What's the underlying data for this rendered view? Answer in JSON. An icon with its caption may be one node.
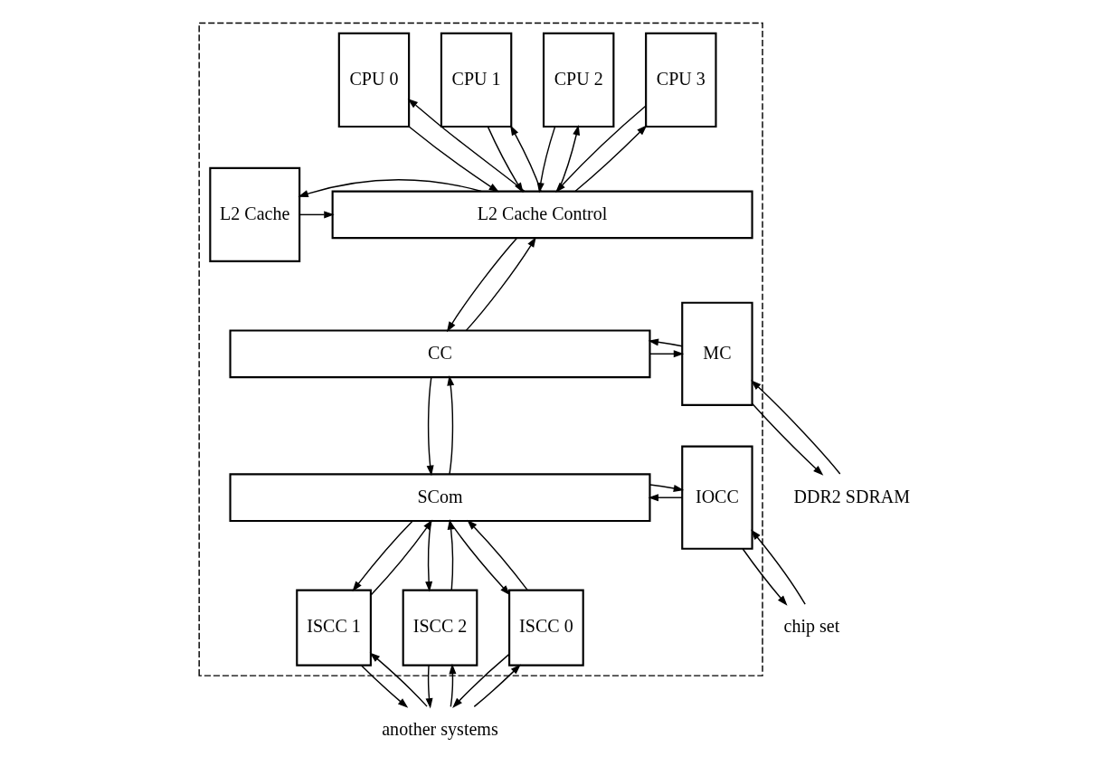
{
  "diagram": {
    "nodes": [
      {
        "text": [],
        "shape": "box"
      },
      {
        "text": [
          "CPU 0"
        ],
        "in": 0
      },
      {
        "text": [
          "CPU 1"
        ],
        "in": 0
      },
      {
        "text": [
          "CPU 2"
        ],
        "in": 0
      },
      {
        "text": [
          "CPU 3"
        ],
        "in": 0
      },
      {
        "text": [
          "L2 Cache"
        ],
        "in": 0
      },
      {
        "text": [
          "L2 Cache Control"
        ],
        "in": 0
      },
      {
        "text": [
          "CC"
        ],
        "in": 0
      },
      {
        "text": [
          "MC"
        ],
        "in": 0
      },
      {
        "text": [
          "IOCC"
        ],
        "in": 0
      },
      {
        "text": [
          "SCom"
        ],
        "in": 0
      },
      {
        "text": [
          "ISCC 0"
        ],
        "in": 0
      },
      {
        "text": [
          "ISCC 1"
        ],
        "in": 0
      },
      {
        "text": [
          "ISCC 2"
        ],
        "in": 0
      },
      {
        "text": [
          "DDR2 SDRAM"
        ]
      },
      {
        "text": [
          "chip set"
        ]
      },
      {
        "text": [
          "another systems"
        ]
      }
    ],
    "edges": [
      {
        "from": 1,
        "to": 6,
        "arrow": "to"
      },
      {
        "from": 6,
        "to": 1,
        "arrow": "to"
      },
      {
        "from": 2,
        "to": 6,
        "arrow": "to"
      },
      {
        "from": 6,
        "to": 2,
        "arrow": "to"
      },
      {
        "from": 3,
        "to": 6,
        "arrow": "to"
      },
      {
        "from": 6,
        "to": 3,
        "arrow": "to"
      },
      {
        "from": 4,
        "to": 6,
        "arrow": "to"
      },
      {
        "from": 6,
        "to": 4,
        "arrow": "to"
      },
      {
        "from": 5,
        "to": 6,
        "arrow": "to"
      },
      {
        "from": 6,
        "to": 5,
        "arrow": "to"
      },
      {
        "from": 6,
        "to": 7,
        "arrow": "to"
      },
      {
        "from": 7,
        "to": 6,
        "arrow": "to"
      },
      {
        "from": 7,
        "to": 8,
        "arrow": "to"
      },
      {
        "from": 8,
        "to": 7,
        "arrow": "to"
      },
      {
        "from": 8,
        "to": 14,
        "arrow": "to"
      },
      {
        "from": 14,
        "to": 8,
        "arrow": "to"
      },
      {
        "from": 7,
        "to": 10,
        "arrow": "to"
      },
      {
        "from": 10,
        "to": 7,
        "arrow": "to"
      },
      {
        "from": 9,
        "to": 15,
        "arrow": "to"
      },
      {
        "from": 15,
        "to": 9,
        "arrow": "to"
      },
      {
        "from": 9,
        "to": 10,
        "arrow": "to"
      },
      {
        "from": 10,
        "to": 9,
        "arrow": "to"
      },
      {
        "from": 10,
        "to": 11,
        "arrow": "to"
      },
      {
        "from": 11,
        "to": 10,
        "arrow": "to"
      },
      {
        "from": 10,
        "to": 12,
        "arrow": "to"
      },
      {
        "from": 12,
        "to": 10,
        "arrow": "to"
      },
      {
        "from": 10,
        "to": 13,
        "arrow": "to"
      },
      {
        "from": 13,
        "to": 10,
        "arrow": "to"
      },
      {
        "from": 11,
        "to": 16,
        "arrow": "to"
      },
      {
        "from": 16,
        "to": 11,
        "arrow": "to"
      },
      {
        "from": 12,
        "to": 16,
        "arrow": "to"
      },
      {
        "from": 16,
        "to": 12,
        "arrow": "to"
      },
      {
        "from": 13,
        "to": 16,
        "arrow": "to"
      },
      {
        "from": 16,
        "to": 13,
        "arrow": "to"
      }
    ]
  }
}
